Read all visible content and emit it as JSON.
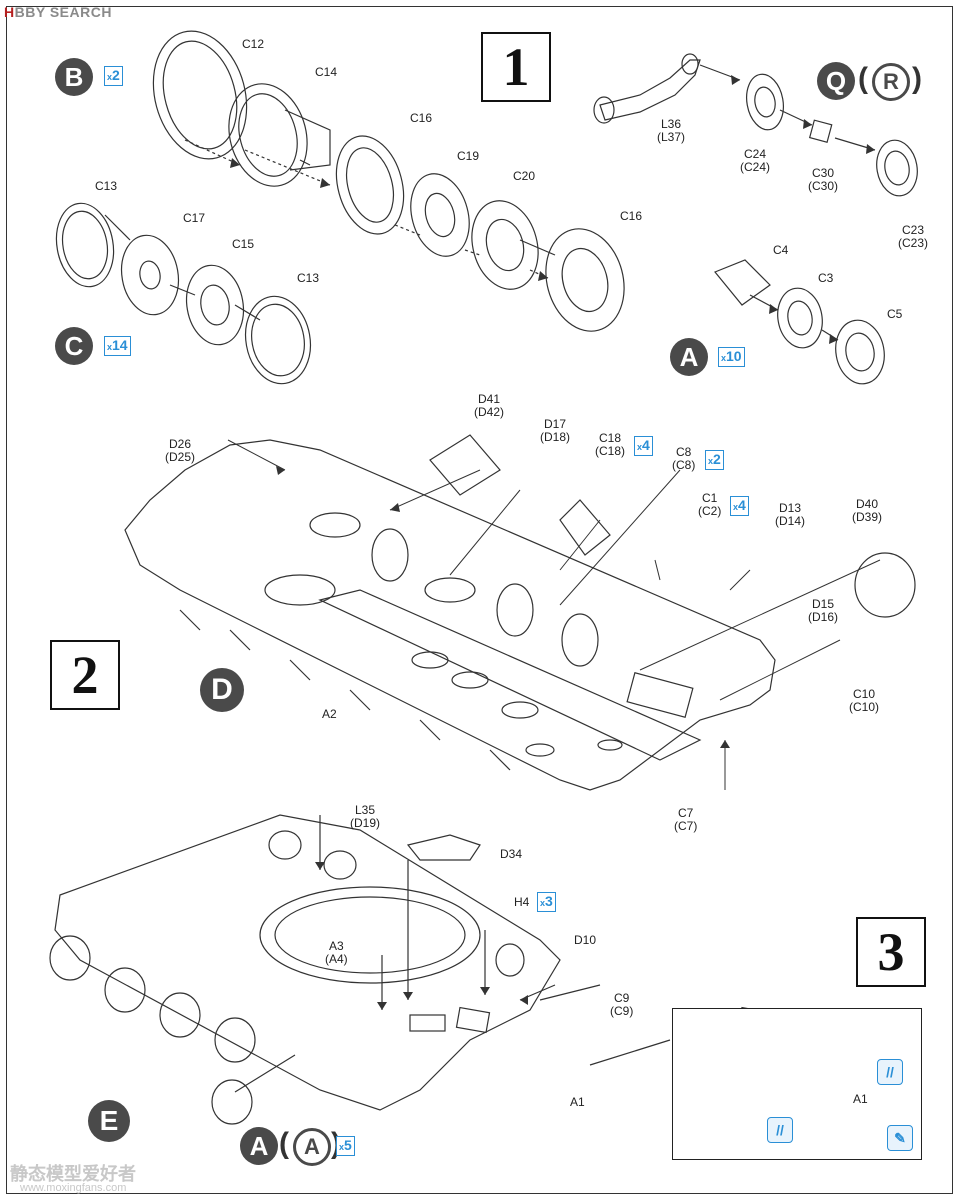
{
  "watermark": {
    "brand_a": "H",
    "brand_b": "BBY SEARCH",
    "footer": "静态模型爱好者",
    "footer_url": "www.moxingfans.com"
  },
  "steps": {
    "s1": "1",
    "s2": "2",
    "s3": "3"
  },
  "assemblies": {
    "B": {
      "letter": "B",
      "qty_x": "x",
      "qty_n": "2"
    },
    "C": {
      "letter": "C",
      "qty_x": "x",
      "qty_n": "14"
    },
    "Q": {
      "letter": "Q",
      "alt": "R",
      "open": "(",
      "close": ")"
    },
    "A_top": {
      "letter": "A",
      "qty_x": "x",
      "qty_n": "10"
    },
    "D": {
      "letter": "D"
    },
    "E": {
      "letter": "E"
    },
    "A_bottom": {
      "letter": "A",
      "alt": "A",
      "open": "(",
      "close": ")",
      "qty_x": "x",
      "qty_n": "5"
    }
  },
  "labels": {
    "C12": "C12",
    "C14": "C14",
    "C16a": "C16",
    "C19": "C19",
    "C20": "C20",
    "C16b": "C16",
    "C13a": "C13",
    "C17": "C17",
    "C15": "C15",
    "C13b": "C13",
    "L36": "L36",
    "L37": "(L37)",
    "C24": "C24",
    "C24b": "(C24)",
    "C30": "C30",
    "C30b": "(C30)",
    "C23": "C23",
    "C23b": "(C23)",
    "C4": "C4",
    "C3": "C3",
    "C5": "C5",
    "D26": "D26",
    "D25": "(D25)",
    "D41": "D41",
    "D42": "(D42)",
    "D17": "D17",
    "D18": "(D18)",
    "C18": "C18",
    "C18b": "(C18)",
    "C8": "C8",
    "C8b": "(C8)",
    "C1": "C1",
    "C2": "(C2)",
    "D13": "D13",
    "D14": "(D14)",
    "D40": "D40",
    "D39": "(D39)",
    "D15": "D15",
    "D16": "(D16)",
    "C10": "C10",
    "C10b": "(C10)",
    "A2": "A2",
    "C7": "C7",
    "C7b": "(C7)",
    "L35": "L35",
    "D19": "(D19)",
    "D34": "D34",
    "H4": "H4",
    "A3": "A3",
    "A4": "(A4)",
    "D10": "D10",
    "C9": "C9",
    "C9b": "(C9)",
    "A1": "A1",
    "A1b": "A1"
  },
  "quantities": {
    "C18": {
      "x": "x",
      "n": "4"
    },
    "C8": {
      "x": "x",
      "n": "2"
    },
    "C1": {
      "x": "x",
      "n": "4"
    },
    "H4": {
      "x": "x",
      "n": "3"
    }
  }
}
